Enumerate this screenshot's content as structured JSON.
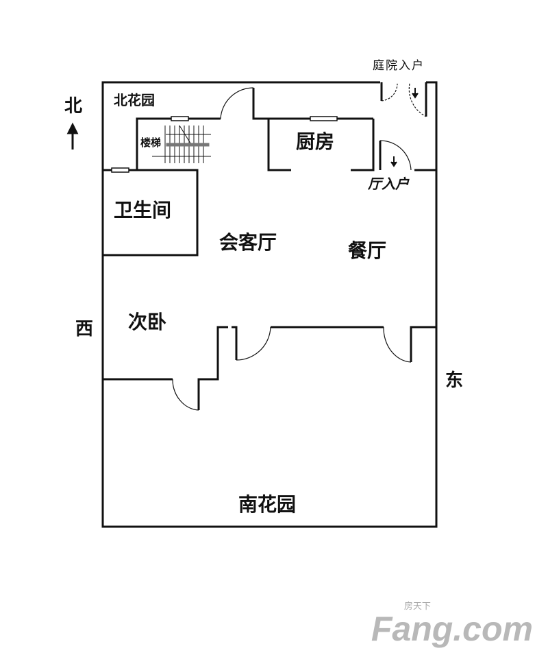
{
  "compass": {
    "north": "北",
    "west": "西",
    "east": "东"
  },
  "rooms": {
    "north_garden": "北花园",
    "stairs": "楼梯",
    "kitchen": "厨房",
    "bathroom": "卫生间",
    "living_room": "会客厅",
    "dining_room": "餐厅",
    "second_bedroom": "次卧",
    "south_garden": "南花园"
  },
  "entrances": {
    "courtyard_entry": "庭院入户",
    "hall_entry": "厅入户"
  },
  "watermark": {
    "cn": "房天下",
    "en": "Fang.com"
  }
}
